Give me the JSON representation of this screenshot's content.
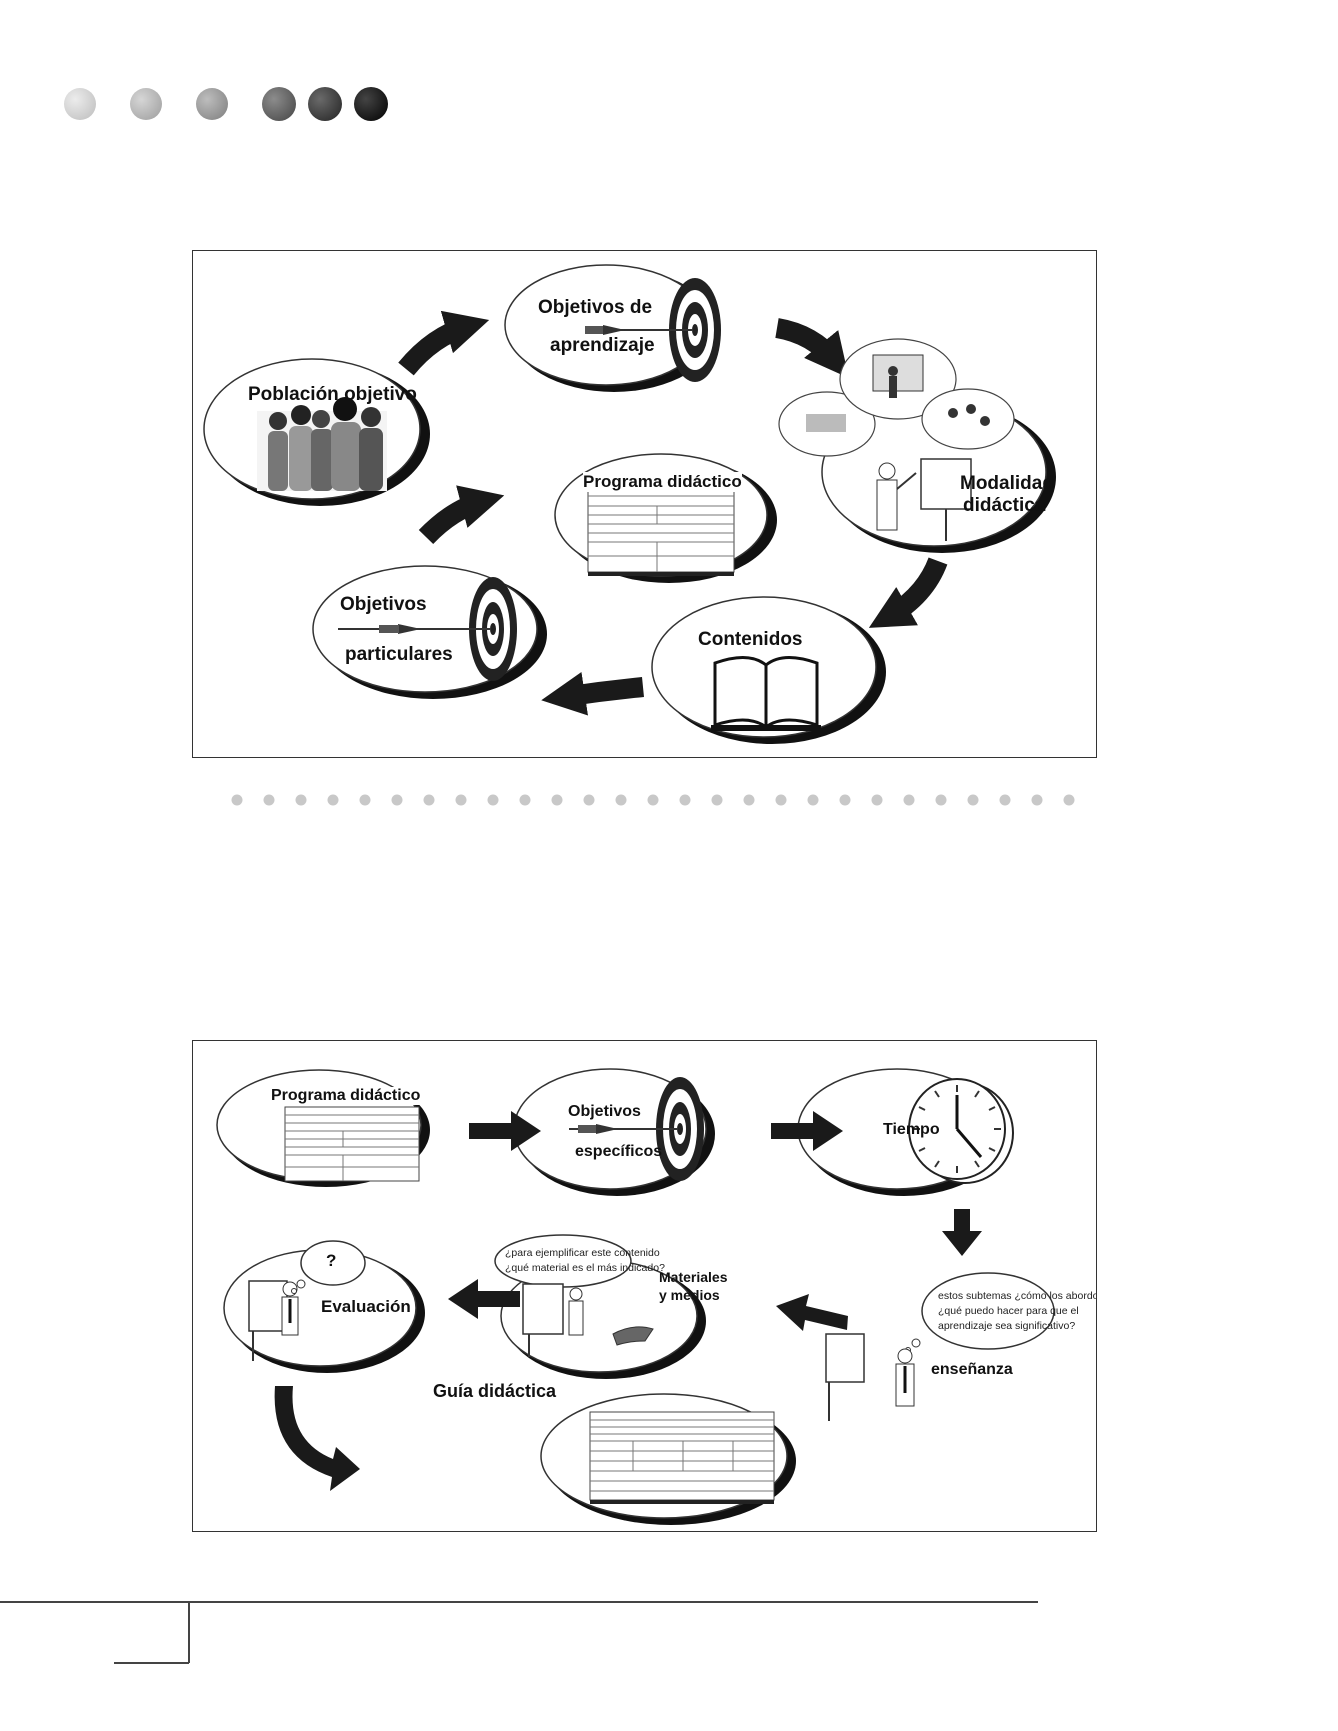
{
  "diagram1": {
    "nodes": {
      "objetivos_aprendizaje": {
        "line1": "Objetivos de",
        "line2": "aprendizaje"
      },
      "poblacion": {
        "label": "Población objetivo"
      },
      "modalidad": {
        "line1": "Modalidad",
        "line2": "didáctica"
      },
      "programa": {
        "label": "Programa didáctico"
      },
      "particulares": {
        "line1": "Objetivos",
        "line2": "particulares"
      },
      "contenidos": {
        "label": "Contenidos"
      }
    }
  },
  "diagram2": {
    "nodes": {
      "programa": {
        "label": "Programa didáctico"
      },
      "especificos": {
        "line1": "Objetivos",
        "line2": "específicos"
      },
      "tiempo": {
        "label": "Tiempo"
      },
      "materiales": {
        "line1": "Materiales",
        "line2": "y medios",
        "thought1": "¿para ejemplificar este contenido",
        "thought2": "¿qué material es el más indicado?"
      },
      "evaluacion": {
        "label": "Evaluación",
        "thought": "?"
      },
      "ensenanza": {
        "label": "enseñanza",
        "thought1": "estos subtemas ¿cómo los abordo?",
        "thought2": "¿qué puedo hacer para que el",
        "thought3": "aprendizaje sea significativo?"
      },
      "guia": {
        "label": "Guía didáctica"
      }
    }
  },
  "colors": {
    "ink": "#111111",
    "arrow": "#1a1a1a",
    "bullets": [
      "#cfcfcf",
      "#a9a9a9",
      "#8c8c8c",
      "#5e5e5e",
      "#333333",
      "#000000"
    ],
    "dots": "#c8c8c8"
  }
}
